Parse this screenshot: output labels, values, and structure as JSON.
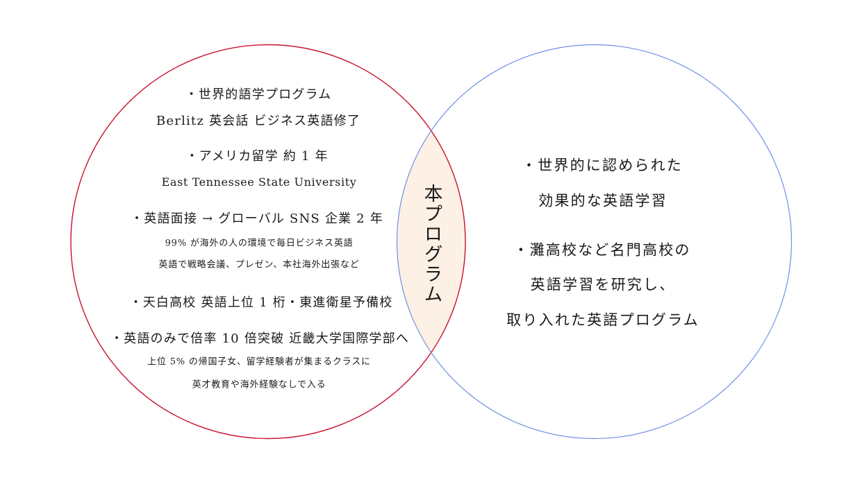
{
  "diagram": {
    "type": "venn",
    "colors": {
      "left_circle_stroke": "#c8102e",
      "right_circle_stroke": "#6e8ee6",
      "intersection_fill": "#fdf0e4",
      "background": "#ffffff"
    },
    "left_circle": {
      "lines": [
        "・世界的語学プログラム",
        "Berlitz 英会話 ビジネス英語修了",
        "・アメリカ留学 約 1 年",
        "East Tennessee State University",
        "・英語面接 → グローバル SNS 企業 2 年",
        "99% が海外の人の環境で毎日ビジネス英語",
        "英語で戦略会議、プレゼン、本社海外出張など",
        "・天白高校 英語上位 1 桁・東進衛星予備校",
        "・英語のみで倍率 10 倍突破 近畿大学国際学部へ",
        "上位 5% の帰国子女、留学経験者が集まるクラスに",
        "英才教育や海外経験なしで入る"
      ]
    },
    "intersection": {
      "label": "本プログラム"
    },
    "right_circle": {
      "lines": [
        "・世界的に認められた",
        "効果的な英語学習",
        "・灘高校など名門高校の",
        "英語学習を研究し、",
        "取り入れた英語プログラム"
      ]
    }
  }
}
